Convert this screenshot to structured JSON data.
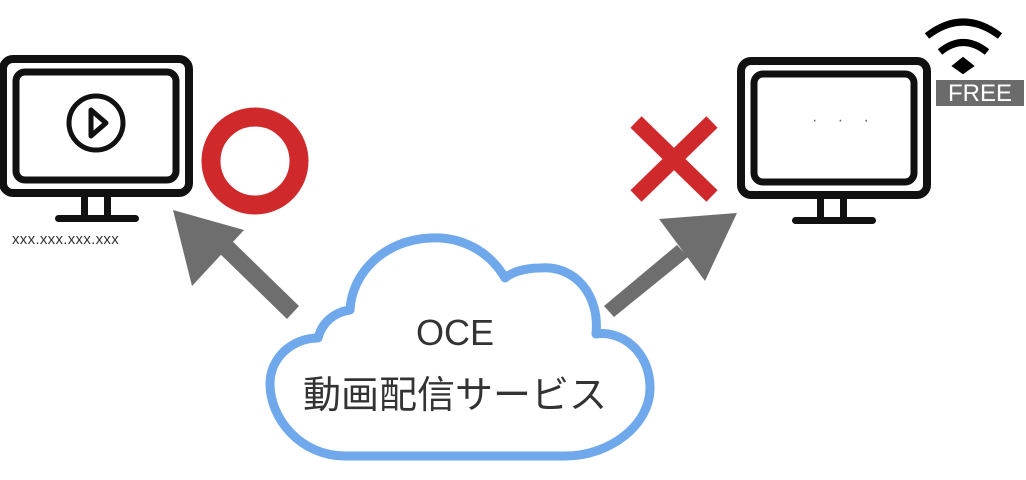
{
  "left_device": {
    "address_label": "xxx.xxx.xxx.xxx",
    "screen_icon": "play-circle-icon",
    "status_icon": "circle-ok-icon"
  },
  "right_device": {
    "screen_text": "· · ·",
    "wifi_icon": "wifi-icon",
    "wifi_badge": "FREE",
    "status_icon": "cross-ng-icon"
  },
  "cloud": {
    "title": "OCE",
    "subtitle": "動画配信サービス"
  },
  "colors": {
    "ok_red": "#d0292b",
    "arrow_gray": "#6e6e6e",
    "cloud_blue": "#70a8ec",
    "monitor_black": "#111111"
  }
}
